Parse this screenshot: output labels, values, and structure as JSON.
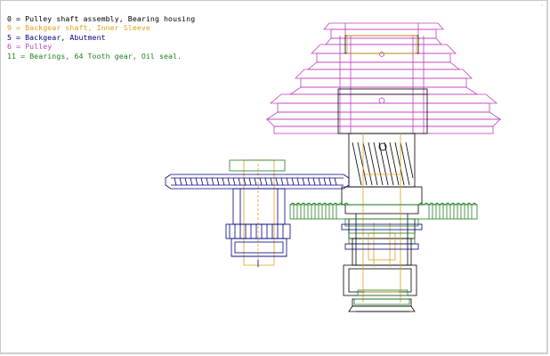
{
  "legend": [
    {
      "text": "0 = Pulley shaft assembly, Bearing housing",
      "color": "#000000"
    },
    {
      "text": "9 = Backgear shaft, Inner Sleeve",
      "color": "#e0a020"
    },
    {
      "text": "5 = Backgear, Abutment",
      "color": "#000080"
    },
    {
      "text": "6 = Pulley",
      "color": "#c040c0"
    },
    {
      "text": "11 = Bearings, 64 Tooth gear, Oil seal.",
      "color": "#208020"
    }
  ],
  "corner_mark": "·",
  "colors": {
    "shaft": "#000000",
    "sleeve": "#e0a020",
    "backgear": "#000080",
    "pulley": "#c040c0",
    "bearing": "#208020"
  }
}
